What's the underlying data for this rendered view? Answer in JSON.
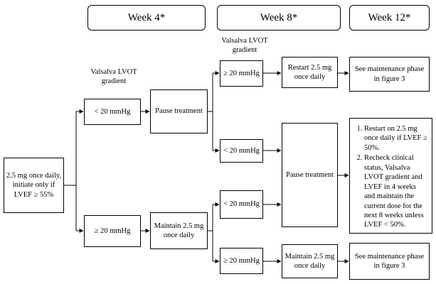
{
  "headers": {
    "week4": "Week 4*",
    "week8": "Week 8*",
    "week12": "Week 12*"
  },
  "labels": {
    "gradient_week4": "Valsalva LVOT gradient",
    "gradient_week8": "Valsalva LVOT gradient"
  },
  "boxes": {
    "start": "2.5 mg once daily, initiate only if LVEF ≥ 55%",
    "w4_low": "< 20 mmHg",
    "w4_high": "≥ 20 mmHg",
    "pause1": "Pause treatment",
    "maintain1": "Maintain 2.5 mg once daily",
    "w8_a_high": "≥ 20 mmHg",
    "w8_a_low": "< 20 mmHg",
    "w8_b_low": "< 20 mmHg",
    "w8_b_high": "≥ 20 mmHg",
    "restart": "Restart 2.5 mg once daily",
    "pause2": "Pause treatment",
    "maintain2": "Maintain 2.5 mg once daily",
    "see_maint_top": "See maintenance phase in figure 3",
    "see_maint_bottom": "See maintenance phase in figure 3"
  },
  "week12_list": [
    "Restart on 2.5 mg once daily if LVEF ≥ 50%.",
    "Recheck clinical status, Valsalva LVOT gradient and LVEF in 4 weeks and maintain the current dose for the next 8 weeks unless LVEF < 50%."
  ]
}
